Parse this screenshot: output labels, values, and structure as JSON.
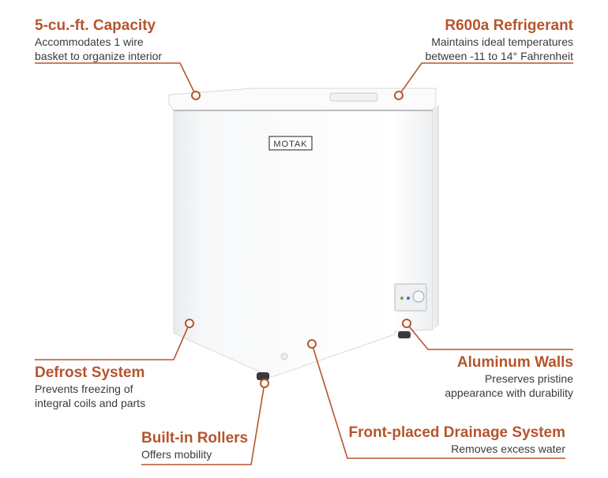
{
  "theme": {
    "accent": "#b5552d",
    "text": "#3a3a3a",
    "line": "#b5552d"
  },
  "product": {
    "brand": "MOTAK"
  },
  "callouts": {
    "capacity": {
      "title": "5-cu.-ft. Capacity",
      "desc1": "Accommodates 1 wire",
      "desc2": "basket to organize interior"
    },
    "refrigerant": {
      "title": "R600a Refrigerant",
      "desc1": "Maintains ideal temperatures",
      "desc2": "between -11 to 14° Fahrenheit"
    },
    "defrost": {
      "title": "Defrost System",
      "desc1": "Prevents freezing of",
      "desc2": "integral coils and parts"
    },
    "aluminum": {
      "title": "Aluminum Walls",
      "desc1": "Preserves pristine",
      "desc2": "appearance with durability"
    },
    "rollers": {
      "title": "Built-in Rollers",
      "desc1": "Offers mobility"
    },
    "drainage": {
      "title": "Front-placed Drainage System",
      "desc1": "Removes excess water"
    }
  }
}
